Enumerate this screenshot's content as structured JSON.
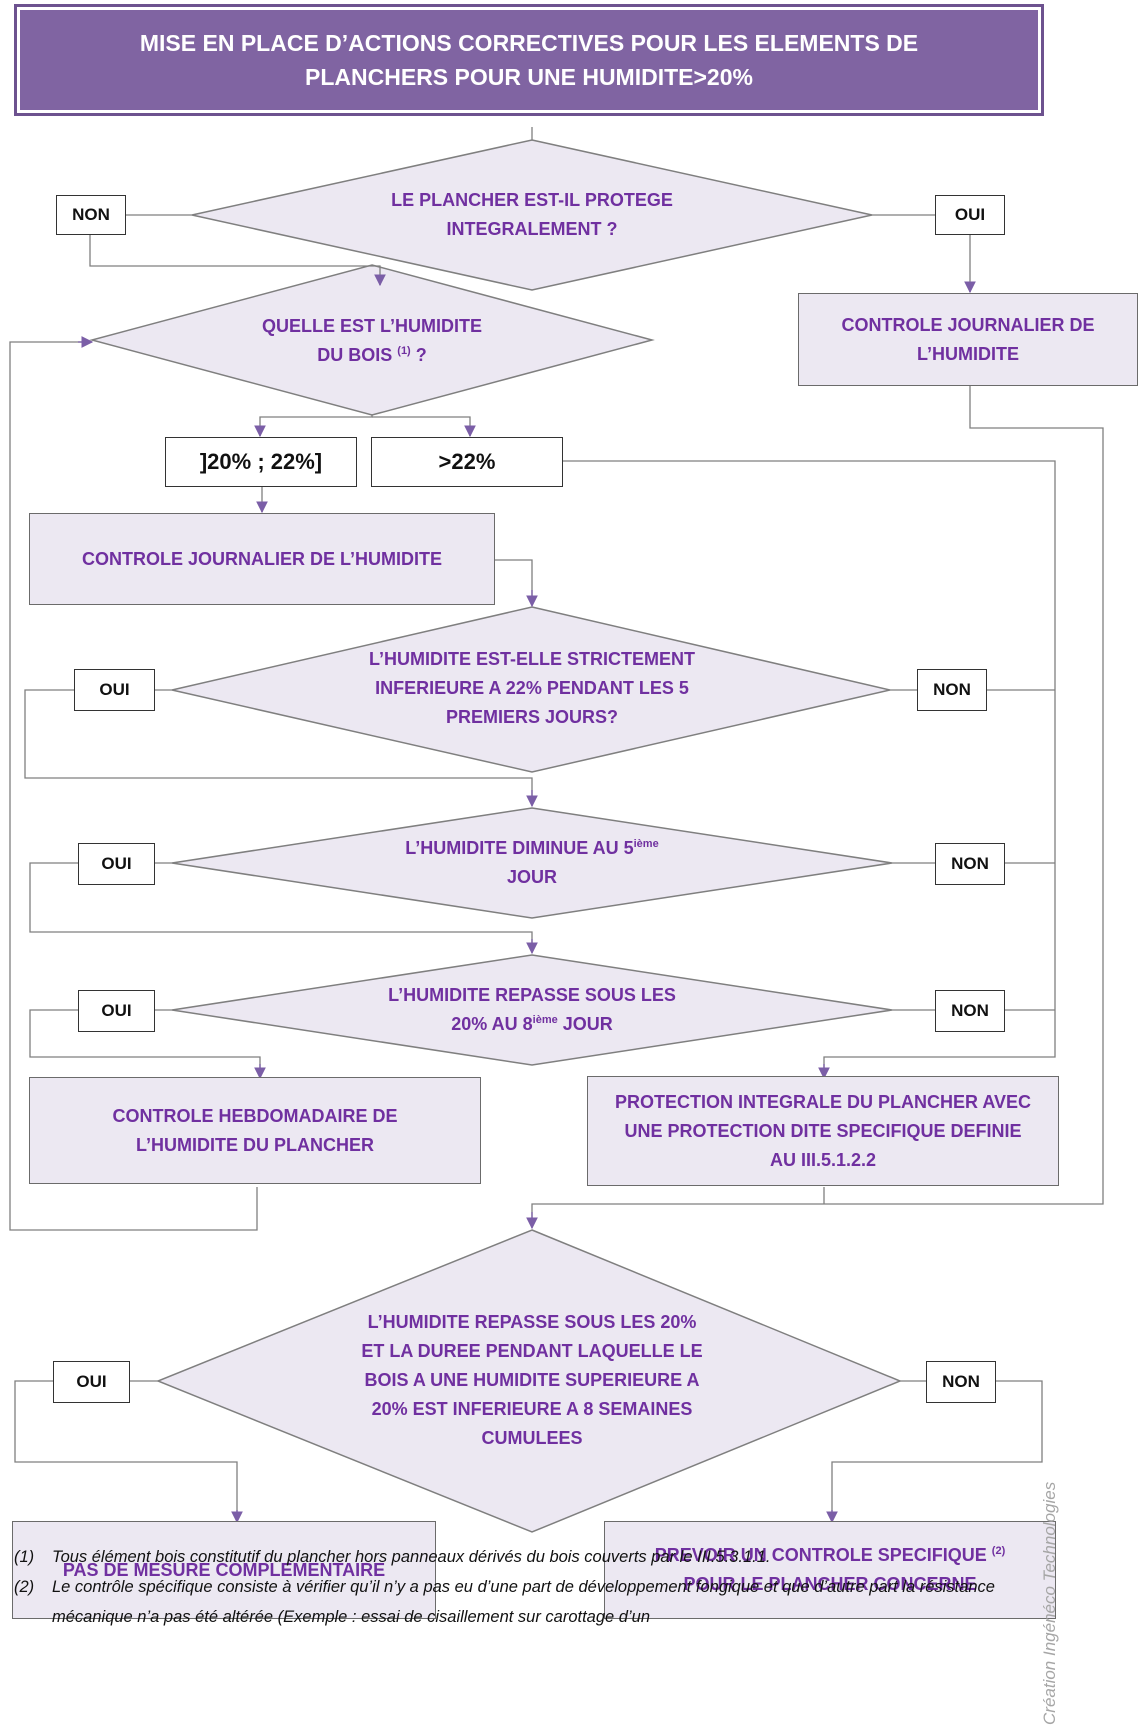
{
  "title": "MISE EN PLACE D’ACTIONS CORRECTIVES POUR LES ELEMENTS DE PLANCHERS POUR UNE HUMIDITE>20%",
  "decisions": {
    "q1_l1": "LE PLANCHER EST-IL PROTEGE",
    "q1_l2": "INTEGRALEMENT ?",
    "q2_l1": "QUELLE EST L’HUMIDITE",
    "q2_l2": "DU BOIS",
    "q2_l2_sup": "(1)",
    "q2_l2_end": " ?",
    "q3_l1": "L’HUMIDITE EST-ELLE STRICTEMENT",
    "q3_l2": "INFERIEURE A 22% PENDANT LES 5",
    "q3_l3": "PREMIERS JOURS?",
    "q4_l1": "L’HUMIDITE DIMINUE AU 5",
    "q4_l1_sup": "ième",
    "q4_l2": "JOUR",
    "q5_l1": "L’HUMIDITE REPASSE SOUS LES",
    "q5_l2": "20% AU 8",
    "q5_l2_sup": "ième",
    "q5_l2_end": " JOUR",
    "q6_l1": "L’HUMIDITE REPASSE SOUS LES 20%",
    "q6_l2": "ET LA DUREE PENDANT LAQUELLE LE",
    "q6_l3": "BOIS A UNE HUMIDITE SUPERIEURE A",
    "q6_l4": "20% EST INFERIEURE A 8 SEMAINES",
    "q6_l5": "CUMULEES"
  },
  "answers": {
    "yes": "OUI",
    "no": "NON"
  },
  "ranges": {
    "low": "]20% ; 22%]",
    "high": ">22%"
  },
  "actions": {
    "daily_check_a_l1": "CONTROLE JOURNALIER DE",
    "daily_check_a_l2": "L’HUMIDITE",
    "daily_check_b": "CONTROLE JOURNALIER DE L’HUMIDITE",
    "weekly_l1": "CONTROLE HEBDOMADAIRE DE",
    "weekly_l2": "L’HUMIDITE DU PLANCHER",
    "protection_l1": "PROTECTION INTEGRALE DU PLANCHER AVEC",
    "protection_l2": "UNE PROTECTION DITE SPECIFIQUE DEFINIE",
    "protection_l3": "AU III.5.1.2.2",
    "no_measure": "PAS DE MESURE COMPLEMENTAIRE",
    "specific_l1": "PREVOIR UN CONTROLE SPECIFIQUE",
    "specific_l1_sup": "(2)",
    "specific_l2": "POUR LE PLANCHER CONCERNE"
  },
  "notes": {
    "n1_num": "(1)",
    "n1_text": "Tous élément bois constitutif du plancher hors panneaux dérivés du bois couverts par le III.5.3.1.1.",
    "n2_num": "(2)",
    "n2_text": "Le contrôle spécifique consiste à vérifier qu’il n’y a pas eu d’une part de développement fongique et que d’autre part la résistance mécanique n’a pas été altérée (Exemple : essai de cisaillement sur carottage d’un"
  },
  "credit": "Création Ingénéco Technologies",
  "colors": {
    "purple": "#8064a2",
    "text_purple": "#7030a0",
    "fill": "#ece8f2",
    "line": "#7f7f7f",
    "arrow": "#7b5ea7"
  }
}
